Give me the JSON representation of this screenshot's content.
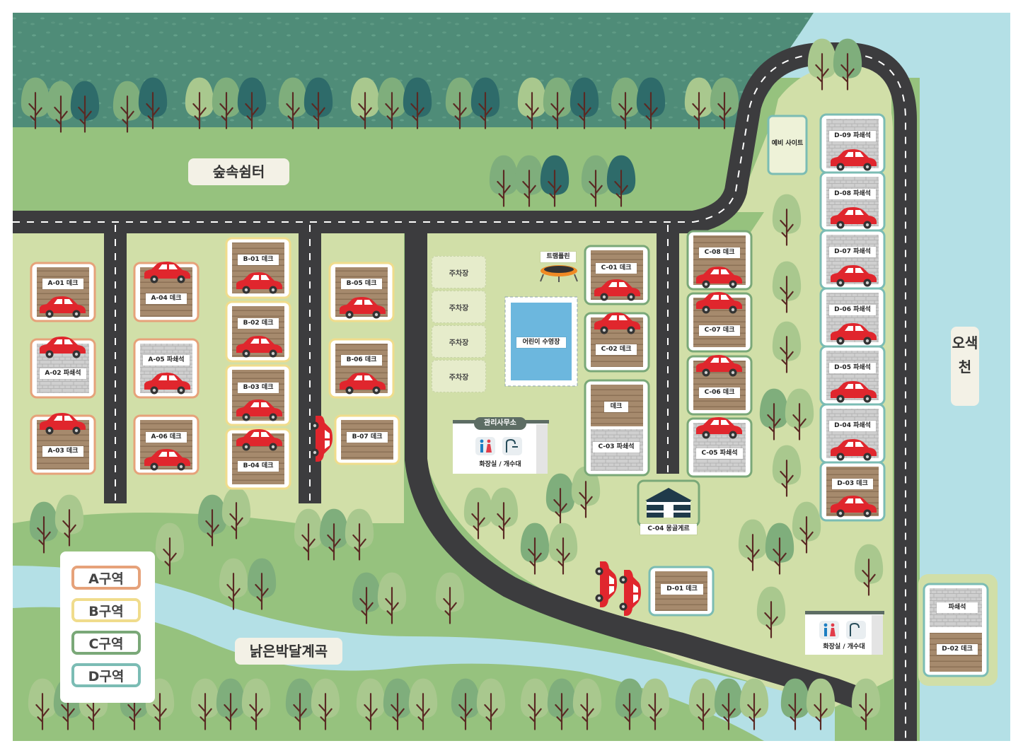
{
  "map_title_labels": {
    "forest_shelter": "숲속쉼터",
    "stream_south": "낡은박달계곡",
    "river_east": "오색천"
  },
  "facilities": {
    "trampoline": "트램폴린",
    "kids_pool": "어린이 수영장",
    "office": "관리사무소",
    "restroom_1": "화장실 / 개수대",
    "restroom_2": "화장실 / 개수대",
    "reserve_site": "예비 사이트",
    "mongol_ger": "C-04 몽골게르"
  },
  "parking": [
    "주차장",
    "주차장",
    "주차장",
    "주차장"
  ],
  "sites": {
    "A01": "A-01 데크",
    "A02": "A-02 파쇄석",
    "A03": "A-03 데크",
    "A04": "A-04 데크",
    "A05": "A-05 파쇄석",
    "A06": "A-06 데크",
    "B01": "B-01 데크",
    "B02": "B-02 데크",
    "B03": "B-03 데크",
    "B04": "B-04 데크",
    "B05": "B-05 데크",
    "B06": "B-06 데크",
    "B07": "B-07 데크",
    "C01": "C-01 데크",
    "C02": "C-02 데크",
    "Cdeck": "데크",
    "C03": "C-03 파쇄석",
    "C05": "C-05 파쇄석",
    "C06": "C-06 데크",
    "C07": "C-07 데크",
    "C08": "C-08 데크",
    "D01": "D-01 데크",
    "D02": "D-02 데크",
    "D02top": "파쇄석",
    "D03": "D-03 데크",
    "D04": "D-04 파쇄석",
    "D05": "D-05 파쇄석",
    "D06": "D-06 파쇄석",
    "D07": "D-07 파쇄석",
    "D08": "D-08 파쇄석",
    "D09": "D-09 파쇄석"
  },
  "legend": {
    "items": [
      {
        "label": "A구역",
        "color": "#e6a27a"
      },
      {
        "label": "B구역",
        "color": "#f0dc8c"
      },
      {
        "label": "C구역",
        "color": "#7aa878"
      },
      {
        "label": "D구역",
        "color": "#7bbcb4"
      }
    ]
  },
  "colors": {
    "road": "#3c3c3e",
    "forest": "#4f8c78",
    "grass": "#96c27e",
    "site_area": "#d1dfa8",
    "water": "#b4e0e6",
    "deck": "#a68a6d",
    "gravel": "#c9c9c9",
    "car": "#e0262d"
  }
}
